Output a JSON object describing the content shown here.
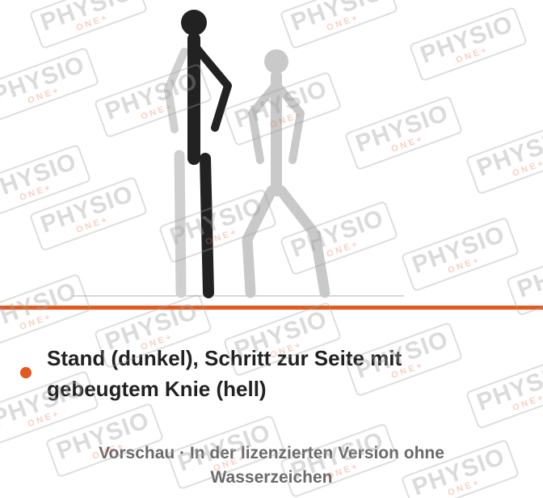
{
  "illustration": {
    "description_label": "",
    "accent_color": "#e35a1f"
  },
  "caption": {
    "text": "Stand (dunkel), Schritt zur Seite mit gebeugtem Knie (hell)"
  },
  "preview_note": {
    "text": "Vorschau · In der lizenzierten Version ohne Wasserzeichen"
  },
  "watermark": {
    "brand": "PHYSIO",
    "sub": "ONE+"
  }
}
